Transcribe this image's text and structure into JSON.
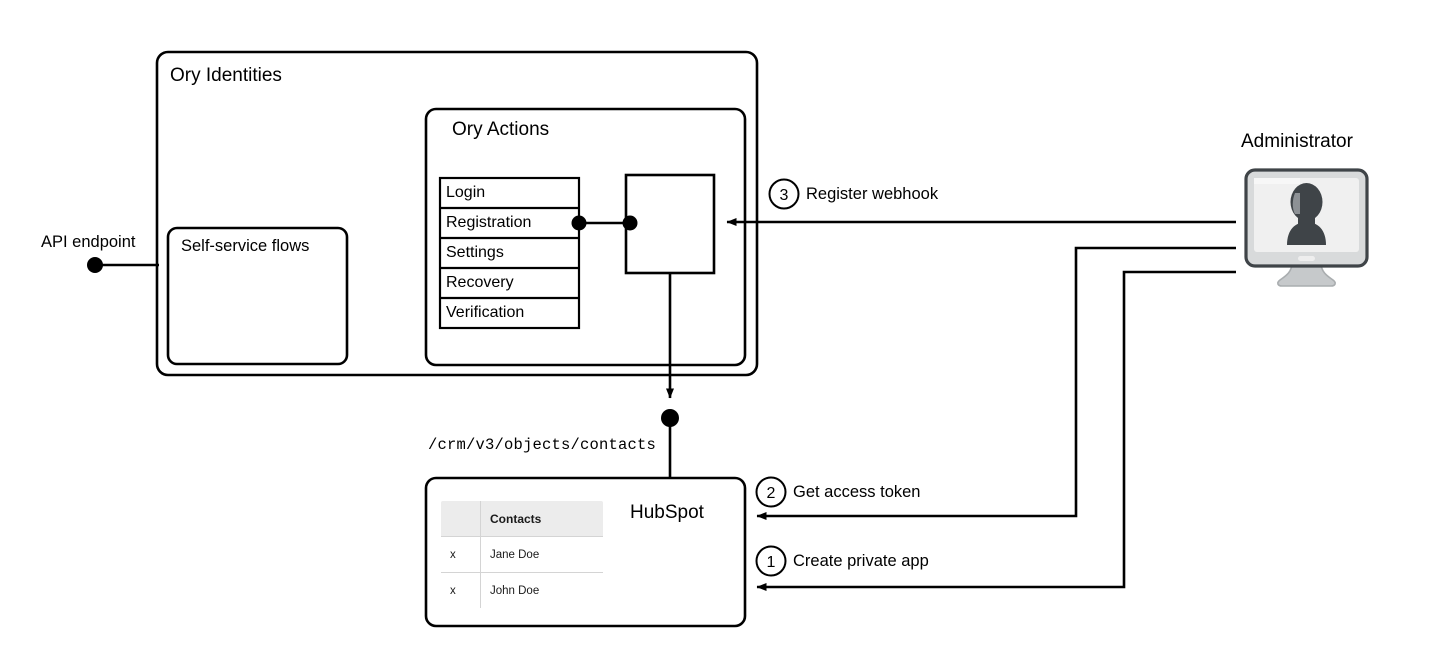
{
  "diagram": {
    "title_outer": "Ory Identities",
    "title_inner": "Ory Actions",
    "self_service_box": "Self-service flows",
    "api_endpoint_label": "API endpoint",
    "flows": [
      {
        "label": "Login"
      },
      {
        "label": "Registration"
      },
      {
        "label": "Settings"
      },
      {
        "label": "Recovery"
      },
      {
        "label": "Verification"
      }
    ],
    "webhook_box_label": "",
    "api_path": "/crm/v3/objects/contacts",
    "hubspot_label": "HubSpot",
    "contacts_table": {
      "columns": [
        "",
        "Contacts"
      ],
      "rows": [
        {
          "mark": "x",
          "name": "Jane Doe"
        },
        {
          "mark": "x",
          "name": "John Doe"
        }
      ]
    },
    "actor": {
      "label": "Administrator",
      "icon": "monitor-user-icon"
    },
    "steps": [
      {
        "number": "1",
        "label": "Create private app"
      },
      {
        "number": "2",
        "label": "Get access token"
      },
      {
        "number": "3",
        "label": "Register webhook"
      }
    ],
    "colors": {
      "stroke": "#000000",
      "table_header_bg": "#ececec",
      "table_border": "#d4d4d4",
      "monitor_frame": "#3f4448",
      "monitor_screen": "#f0f0f0",
      "monitor_stand": "#c6c9cb",
      "avatar": "#3f4448"
    }
  }
}
